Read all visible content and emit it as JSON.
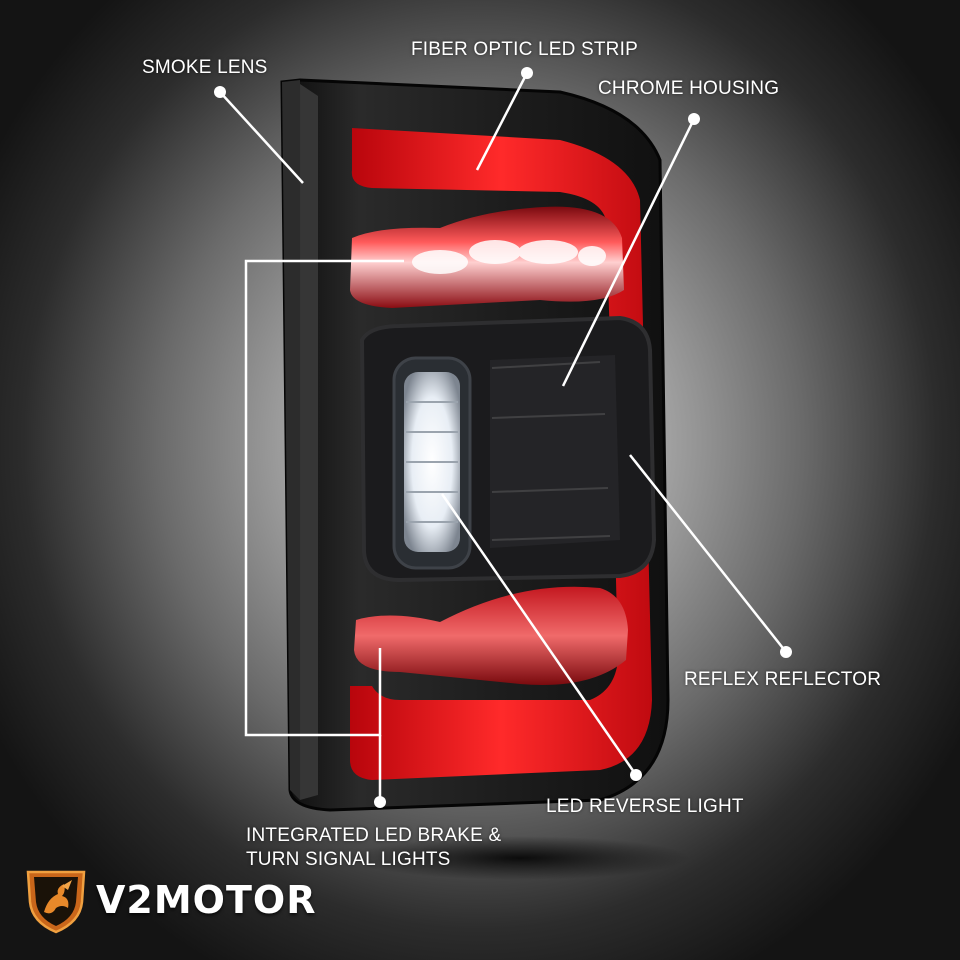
{
  "callouts": {
    "smoke_lens": "SMOKE LENS",
    "fiber_optic": "FIBER OPTIC LED STRIP",
    "chrome_housing": "CHROME HOUSING",
    "reflex_reflector": "REFLEX REFLECTOR",
    "reverse_light": "LED REVERSE LIGHT",
    "brake_line1": "INTEGRATED LED BRAKE &",
    "brake_line2": "TURN SIGNAL LIGHTS"
  },
  "brand": {
    "name": "V2MOTOR"
  },
  "colors": {
    "lens_red": "#e0121a",
    "housing_black": "#141414",
    "label_white": "#ffffff",
    "logo_orange": "#e07b1c"
  }
}
